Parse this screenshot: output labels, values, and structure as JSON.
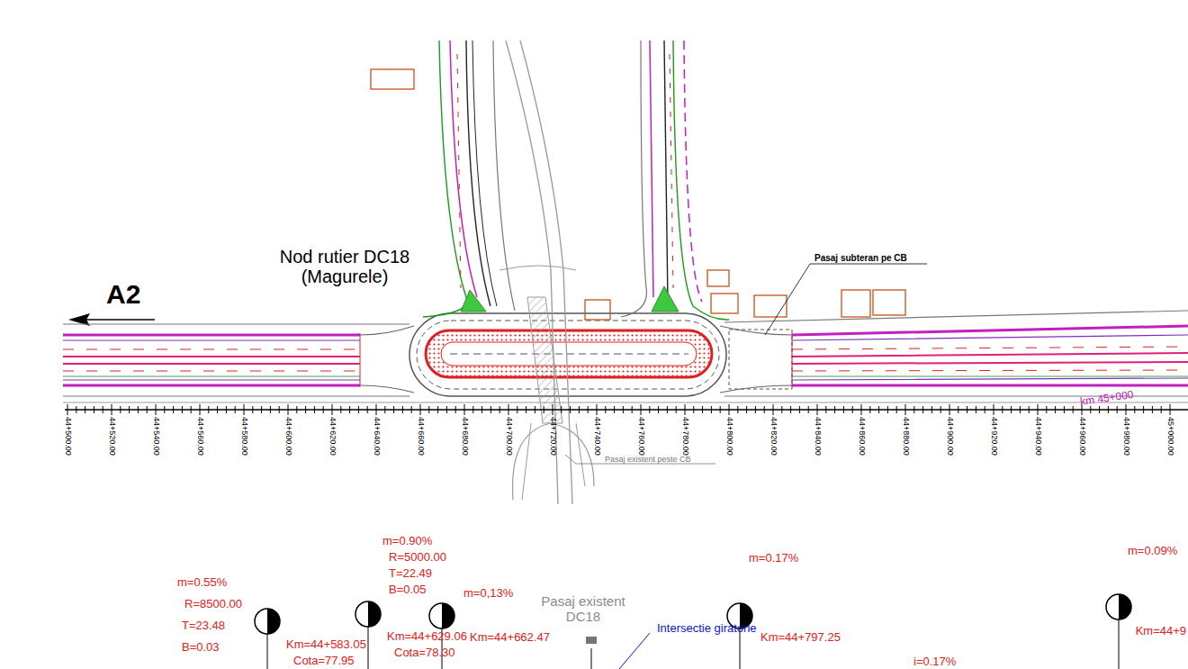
{
  "diagram": {
    "labels": [
      "A2",
      "Nod rutier DC18 (Magurele)",
      "Pasaj subteran pe CB",
      "Pasaj existent peste CB",
      "44+500.00",
      "44+520.00",
      "44+540.00",
      "44+560.00",
      "44+580.00",
      "44+600.00",
      "44+620.00",
      "44+640.00",
      "44+660.00",
      "44+680.00",
      "44+700.00",
      "44+720.00",
      "44+740.00",
      "44+760.00",
      "44+780.00",
      "44+800.00",
      "44+820.00",
      "44+840.00",
      "44+860.00",
      "44+880.00",
      "44+900.00",
      "44+920.00",
      "44+940.00",
      "44+960.00",
      "44+980.00",
      "45+000.00",
      "km 45+000",
      "m=0.55%",
      "R=8500.00",
      "T=23.48",
      "B=0.03",
      "Km=44+583.05",
      "Cota=77.95",
      "m=0.90%",
      "R=5000.00",
      "T=22.49",
      "B=0.05",
      "Km=44+629.06",
      "Cota=78.30",
      "m=0,13%",
      "Km=44+662.47",
      "Pasaj existent DC18",
      "Intersectie giratorie",
      "m=0.17%",
      "Km=44+797.25",
      "m=0.09%",
      "Km=44+9",
      "i=0.17%"
    ]
  }
}
